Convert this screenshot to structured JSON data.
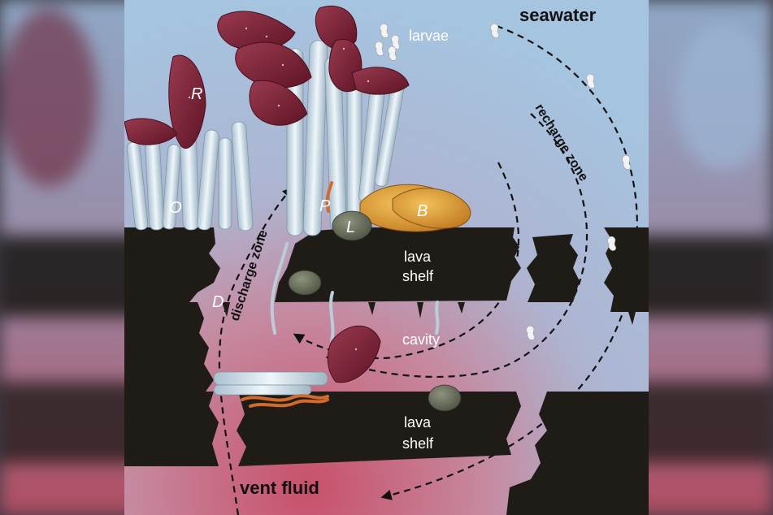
{
  "labels": {
    "seawater": "seawater",
    "larvae": "larvae",
    "recharge_zone": "recharge zone",
    "discharge_zone": "discharge zone",
    "lava_shelf_upper_1": "lava",
    "lava_shelf_upper_2": "shelf",
    "lava_shelf_lower_1": "lava",
    "lava_shelf_lower_2": "shelf",
    "cavity": "cavity",
    "vent_fluid": "vent fluid",
    "letter_R": "R",
    "letter_O": "O",
    "letter_P": "P",
    "letter_L": "L",
    "letter_B": "B",
    "letter_D": "D"
  },
  "colors": {
    "seawater": "#a7c6e0",
    "vent_fluid": "#c8586f",
    "rock": "#1f1c17",
    "tube": "#d7e6ef",
    "plume": "#7e1f33",
    "mussel": "#e1a23a",
    "limpet": "#6f7560",
    "worm": "#d46a2a"
  }
}
